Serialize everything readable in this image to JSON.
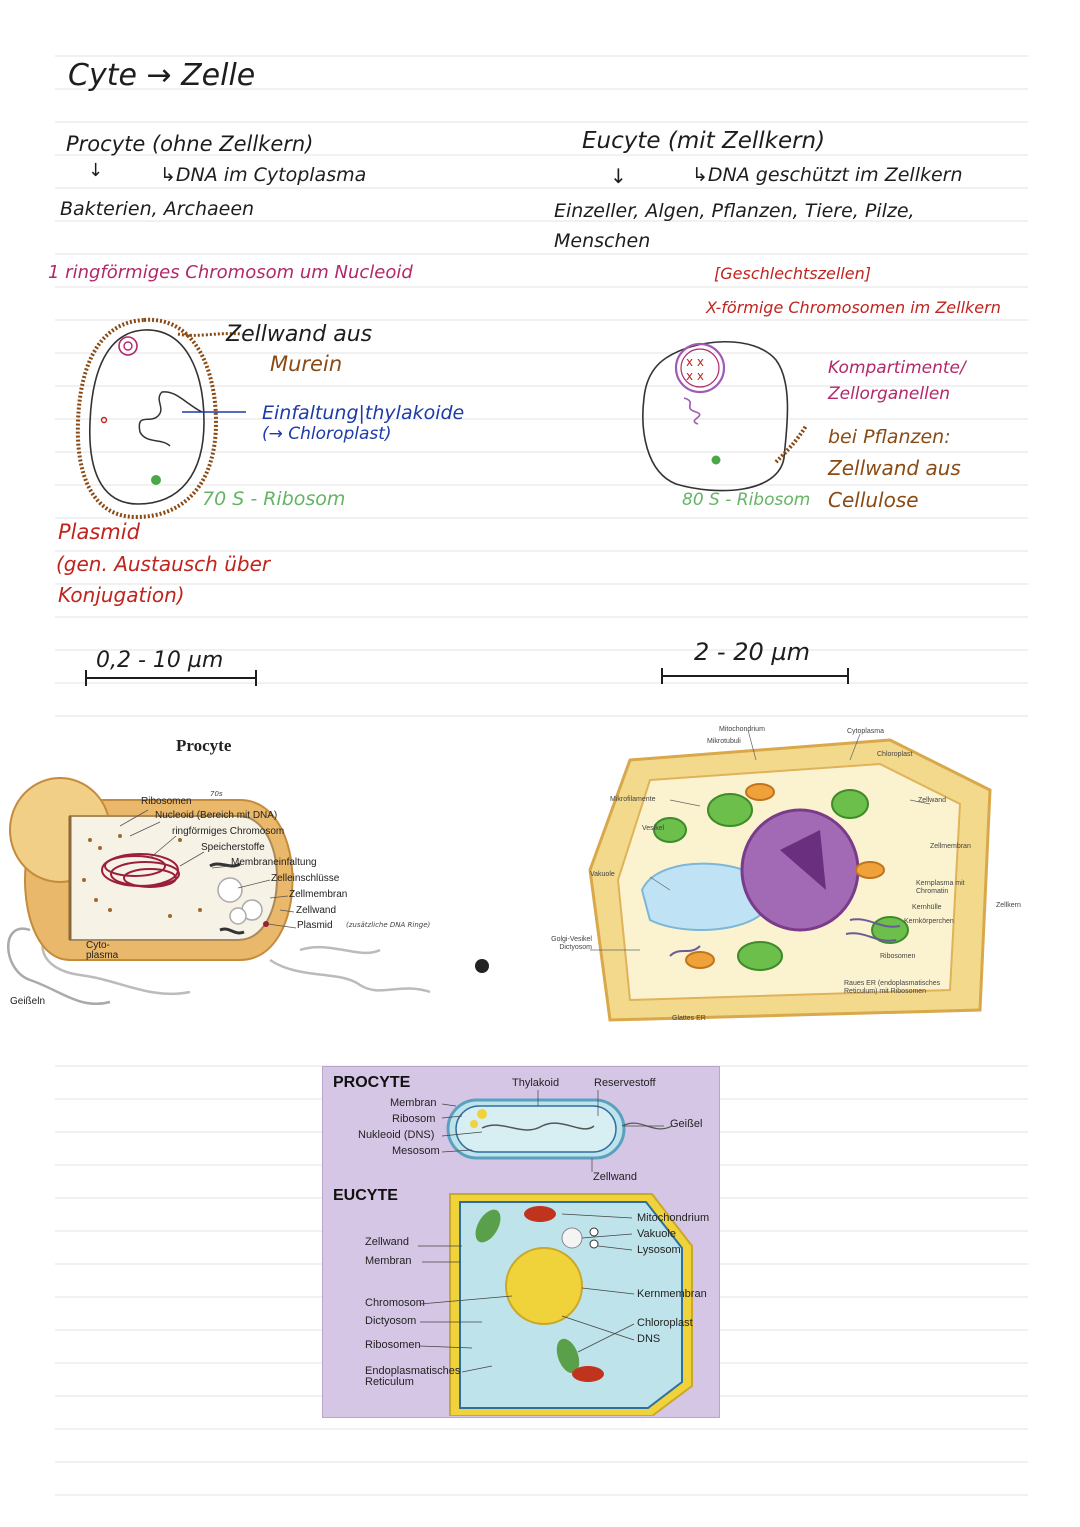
{
  "notes": {
    "title": "Cyte → Zelle",
    "procyte": {
      "heading": "Procyte (ohne Zellkern)",
      "arrow_down": "↓",
      "dna_note": "↳DNA im Cytoplasma",
      "examples": "Bakterien, Archaeen",
      "chromosome_note": "1 ringförmiges Chromosom um Nucleoid",
      "cell_wall_note_1": "Zellwand aus",
      "cell_wall_note_2": "Murein",
      "infolding_note_1": "Einfaltung|thylakoide",
      "infolding_note_2": "(→ Chloroplast)",
      "ribosome_note": "70 S - Ribosom",
      "plasmid_title": "Plasmid",
      "plasmid_note_1": "(gen. Austausch über",
      "plasmid_note_2": "Konjugation)",
      "size": "0,2 - 10 µm"
    },
    "eucyte": {
      "heading": "Eucyte (mit Zellkern)",
      "arrow_down": "↓",
      "dna_note": "↳DNA geschützt im Zellkern",
      "examples_1": "Einzeller, Algen, Pflanzen, Tiere, Pilze,",
      "examples_2": "Menschen",
      "sex_cells_note": "[Geschlechtszellen]",
      "chromosome_note": "X-förmige Chromosomen im Zellkern",
      "compartment_note_1": "Kompartimente/",
      "compartment_note_2": "Zellorganellen",
      "plants_note_1": "bei Pflanzen:",
      "plants_note_2": "Zellwand aus",
      "plants_note_3": "Cellulose",
      "ribosome_note": "80 S - Ribosom",
      "size": "2 - 20 µm"
    }
  },
  "procyte_figure": {
    "title": "Procyte",
    "note_70s": "70s",
    "labels": [
      "Ribosomen",
      "Nucleoid (Bereich mit DNA)",
      "ringförmiges Chromosom",
      "Speicherstoffe",
      "Membraneinfaltung",
      "Zelleinschlüsse",
      "Zellmembran",
      "Zellwand",
      "Plasmid"
    ],
    "plasmid_note": "(zusätzliche DNA Ringe)",
    "cytoplasma": "Cyto-\nplasma",
    "flagella": "Geißeln"
  },
  "plant_cell_figure": {
    "labels": {
      "mitochondrium": "Mitochondrium",
      "mikrotubuli": "Mikrotubuli",
      "cytoplasma": "Cytoplasma",
      "chloroplast": "Chloroplast",
      "mikrofilamente": "Mikrofilamente",
      "zellwand": "Zellwand",
      "vesikel": "Vesikel",
      "zellmembran": "Zellmembran",
      "vakuole": "Vakuole",
      "kernplasma": "Kernplasma mit Chromatin",
      "kernhuelle": "Kernhülle",
      "kernkoerperchen": "Kernkörperchen",
      "zellkern": "Zellkern",
      "golgi": "Golgi-Vesikel Dictyosom",
      "ribosomen": "Ribosomen",
      "raues_er": "Raues ER (endoplasmatisches Reticulum) mit Ribosomen",
      "glattes_er": "Glattes ER"
    }
  },
  "comparison_figure": {
    "procyte_title": "PROCYTE",
    "eucyte_title": "EUCYTE",
    "procyte_left_labels": [
      "Membran",
      "Ribosom",
      "Nukleoid (DNS)",
      "Mesosom"
    ],
    "procyte_top_labels": [
      "Thylakoid",
      "Reservestoff"
    ],
    "procyte_right_label": "Geißel",
    "procyte_bottom_label": "Zellwand",
    "eucyte_left_labels": [
      "Zellwand",
      "Membran",
      "Chromosom",
      "Dictyosom",
      "Ribosomen",
      "Endoplasmatisches Reticulum"
    ],
    "eucyte_right_labels": [
      "Mitochondrium",
      "Vakuole",
      "Lysosom",
      "Kernmembran",
      "Chloroplast",
      "DNS"
    ]
  },
  "colors": {
    "ink": "#1d1d1d",
    "magenta": "#b2286a",
    "blue": "#1c3aa8",
    "green": "#4aa84a",
    "red": "#c0241e",
    "brown": "#8a4a14",
    "comparison_bg": "#d6c6e6"
  }
}
